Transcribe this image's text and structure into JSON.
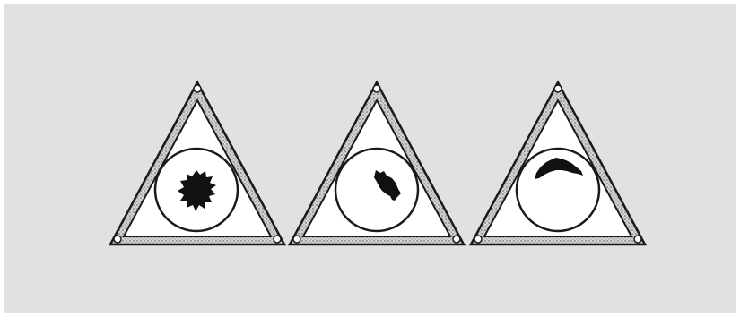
{
  "figure": {
    "background_color": "#e0e1e3",
    "stroke_color": "#1a1a1a",
    "panel_fill": "#ffffff",
    "frame_hatch_color": "#c9c9c9",
    "panels": [
      {
        "id": "panel-1",
        "blob_shape": "centered-spiky-blob"
      },
      {
        "id": "panel-2",
        "blob_shape": "offset-irregular-blob"
      },
      {
        "id": "panel-3",
        "blob_shape": "top-arc-blob"
      }
    ]
  }
}
